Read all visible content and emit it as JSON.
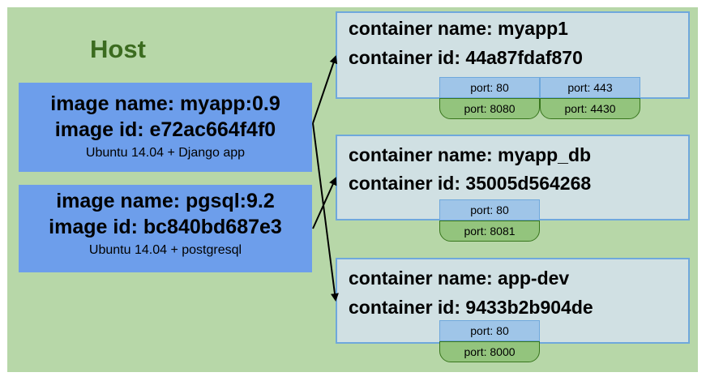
{
  "host": {
    "title": "Host"
  },
  "images": [
    {
      "name_line": "image name: myapp:0.9",
      "id_line": "image id: e72ac664f4f0",
      "desc": "Ubuntu 14.04 + Django app"
    },
    {
      "name_line": "image name: pgsql:9.2",
      "id_line": "image id: bc840bd687e3",
      "desc": "Ubuntu 14.04 + postgresql"
    }
  ],
  "containers": [
    {
      "name_line": "container name: myapp1",
      "id_line": "container id: 44a87fdaf870",
      "ports": [
        {
          "inner": "port: 80",
          "outer": "port: 8080"
        },
        {
          "inner": "port: 443",
          "outer": "port: 4430"
        }
      ]
    },
    {
      "name_line": "container name: myapp_db",
      "id_line": "container id: 35005d564268",
      "ports": [
        {
          "inner": "port: 80",
          "outer": "port: 8081"
        }
      ]
    },
    {
      "name_line": "container name: app-dev",
      "id_line": "container id: 9433b2b904de",
      "ports": [
        {
          "inner": "port: 80",
          "outer": "port: 8000"
        }
      ]
    }
  ],
  "colors": {
    "host_bg": "#b7d7a8",
    "image_bg": "#6d9eeb",
    "container_bg": "#d0e0e3",
    "container_border": "#6fa8dc",
    "port_inner": "#9fc5e8",
    "port_outer": "#93c47d"
  }
}
